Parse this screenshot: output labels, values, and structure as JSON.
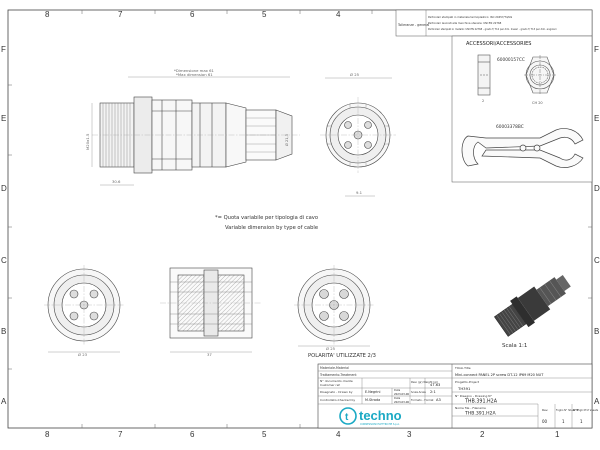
{
  "frame": {
    "columns": [
      "8",
      "7",
      "6",
      "5",
      "4",
      "3",
      "2",
      "1"
    ],
    "rows": [
      "F",
      "E",
      "D",
      "C",
      "B",
      "A"
    ]
  },
  "tolerance": {
    "label": "Tolleranze - general",
    "notes": [
      "Particolari stampati in materiale termoplastico: ISO 20457/T4/GS",
      "Particolari lavorati alla macchina utensile: UNI EN 22768",
      "Particolari stampati in metallo: UNI EN 22768 - grado f/ T12 per dim. lineari - grado f/ T13 per dim. angolari"
    ]
  },
  "accessories": {
    "title": "ACCESSORI/ACCESSORIES",
    "items": [
      {
        "code": "60000157CC",
        "dims": [
          "2",
          "CH 20"
        ]
      },
      {
        "code": "60003378BC"
      }
    ]
  },
  "dimensions": {
    "max_len": "*Dimensione max 61",
    "max_len_en": "*Max dimension 61",
    "thread": "M20x1.5",
    "d25": "Ø 25",
    "d21": "Ø 21,3",
    "d30": "30.6",
    "d9": "9.1",
    "d23": "Ø 23",
    "h37": "37",
    "d25b": "Ø 25"
  },
  "note": {
    "it": "*= Quota variabile per tipologia di cavo",
    "en": "Variable dimension by type of cable"
  },
  "polarity": "POLARITA' UTILIZZATE 2/3",
  "scale_note": "Scala 1:1",
  "title_block": {
    "material_label": "Materiale-Material",
    "treatment_label": "Trattamento-Treatment",
    "doc_label": "N° documento cliente",
    "doc_label_en": "Customer ref.",
    "weight_label": "Peso (gr) Weight (gr)",
    "weight": "47.63",
    "designer_label": "Disegnato - Drawn by",
    "designer": "E.Negrini",
    "date_label": "Data",
    "date1": "2023-03-06",
    "scale_label": "Scala-Scale",
    "scale": "2:1",
    "checked_label": "Controllato-Checked by",
    "checker": "M.Strada",
    "date2": "2023-03-06",
    "format_label": "Formato - Format",
    "format": "A3",
    "title_label": "Titolo-Title",
    "title": "Mini-connect PANEL 2P screw DT-12 IP69 M20 NUT",
    "project_label": "Progetto-Project",
    "project": "TH391",
    "drawing_label": "N° Disegno - Drawing N°",
    "drawing": "THB.391.H2A",
    "file_label": "Nome file - Filename",
    "file": "THB.391.H2A",
    "rev_label": "Rev.",
    "rev": "00",
    "sheet_label": "Foglio N° Sheet N°",
    "sheet": "1",
    "sheets_label": "N° Fogli N°of sheets",
    "sheets": "1",
    "brand": "techno",
    "brand_sub": "CONNESSIONI ELETTRICHE S.p.A."
  },
  "colors": {
    "line": "#555555",
    "brand": "#1aa9c4"
  }
}
